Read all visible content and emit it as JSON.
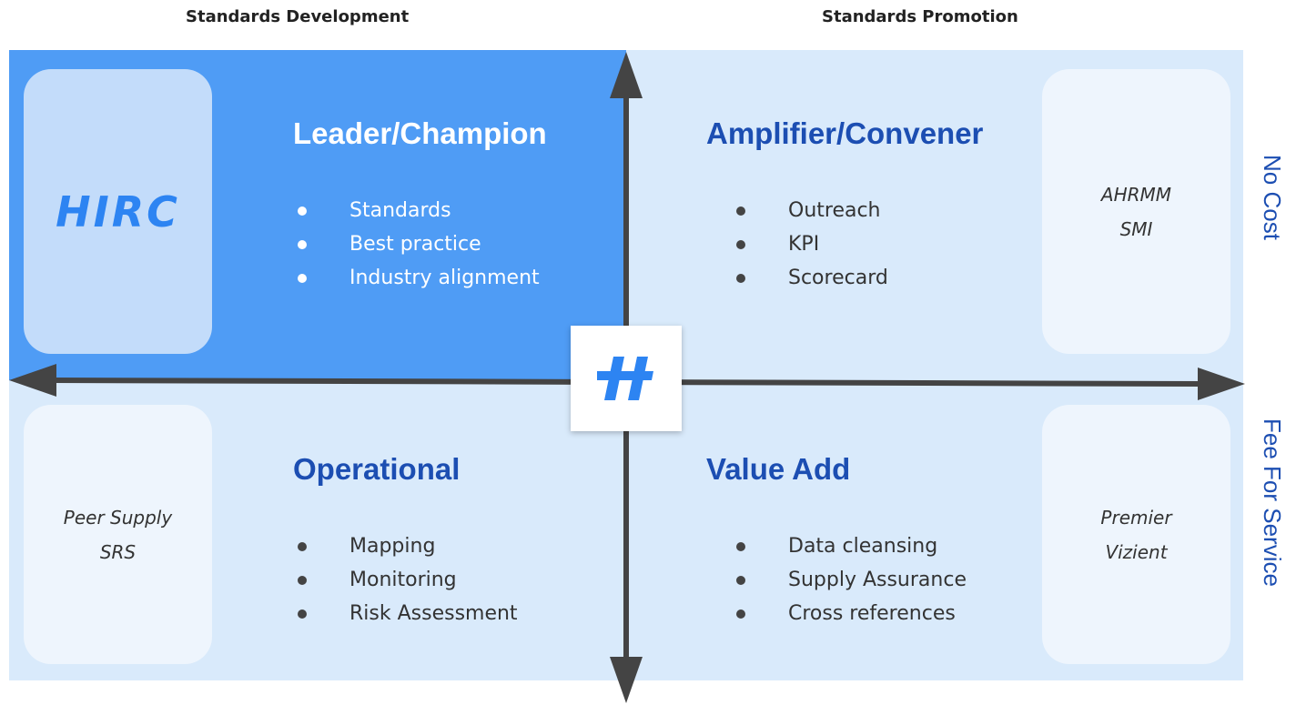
{
  "headers": {
    "left": "Standards Development",
    "right": "Standards Promotion"
  },
  "row_labels": {
    "top": "No Cost",
    "bottom": "Fee For Service"
  },
  "center_logo_icon": "h-logo-icon",
  "quadrants": {
    "top_left": {
      "title": "Leader/Champion",
      "bullets": [
        "Standards",
        "Best practice",
        "Industry alignment"
      ],
      "card_logo": "HIRC"
    },
    "top_right": {
      "title": "Amplifier/Convener",
      "bullets": [
        "Outreach",
        "KPI",
        "Scorecard"
      ],
      "card_lines": [
        "AHRMM",
        "SMI"
      ]
    },
    "bottom_left": {
      "title": "Operational",
      "bullets": [
        "Mapping",
        "Monitoring",
        "Risk Assessment"
      ],
      "card_lines": [
        "Peer Supply",
        "SRS"
      ]
    },
    "bottom_right": {
      "title": "Value Add",
      "bullets": [
        "Data cleansing",
        "Supply Assurance",
        "Cross references"
      ],
      "card_lines": [
        "Premier",
        "Vizient"
      ]
    }
  },
  "colors": {
    "highlight_quadrant": "#4f9cf5",
    "other_quadrants": "#d9eafb",
    "title_blue": "#1c4eb2",
    "logo_blue": "#2d84f2",
    "axis": "#444444"
  }
}
